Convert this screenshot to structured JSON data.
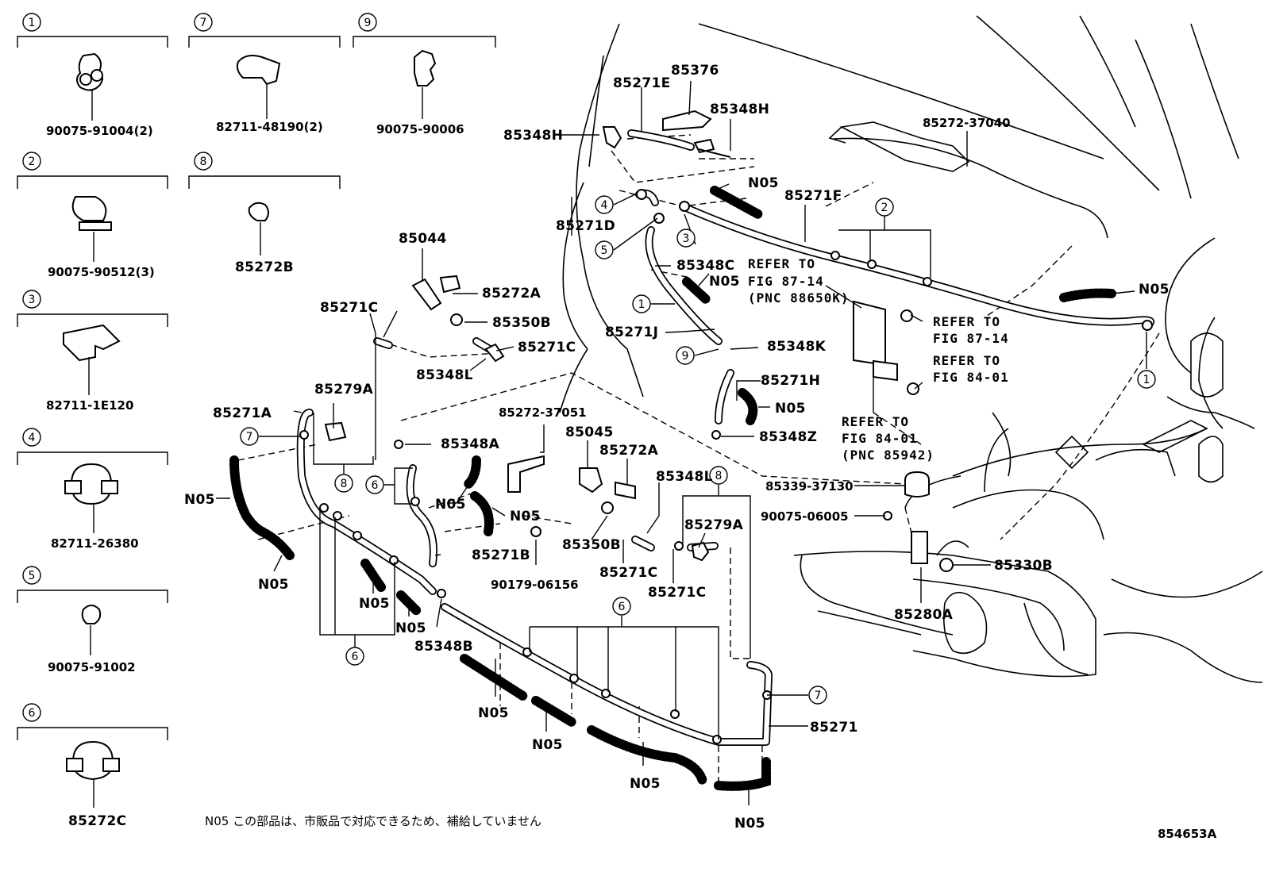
{
  "legend": [
    {
      "num": "1",
      "part": "90075-91004(2)"
    },
    {
      "num": "2",
      "part": "90075-90512(3)"
    },
    {
      "num": "3",
      "part": "82711-1E120"
    },
    {
      "num": "4",
      "part": "82711-26380"
    },
    {
      "num": "5",
      "part": "90075-91002"
    },
    {
      "num": "6",
      "part": "85272C"
    },
    {
      "num": "7",
      "part": "82711-48190(2)"
    },
    {
      "num": "8",
      "part": "85272B"
    },
    {
      "num": "9",
      "part": "90075-90006"
    }
  ],
  "labels": {
    "p85376": "85376",
    "p85271E": "85271E",
    "p85348H_a": "85348H",
    "p85348H_b": "85348H",
    "p85272_37040": "85272-37040",
    "n05_1": "N05",
    "p85271F": "85271F",
    "p85271D": "85271D",
    "p85348C": "85348C",
    "n05_2": "N05",
    "p85044": "85044",
    "p85272A_a": "85272A",
    "p85350B_a": "85350B",
    "p85271C_a": "85271C",
    "p85271C_b": "85271C",
    "p85348L_a": "85348L",
    "p85271J": "85271J",
    "p85348K": "85348K",
    "p85271H": "85271H",
    "n05_3": "N05",
    "p85348Z": "85348Z",
    "n05_4": "N05",
    "p85279A_a": "85279A",
    "p85271A": "85271A",
    "p85272_37051": "85272-37051",
    "p85348A": "85348A",
    "p85045": "85045",
    "p85272A_b": "85272A",
    "p85348L_b": "85348L",
    "n05_5": "N05",
    "n05_6": "N05",
    "p85271B": "85271B",
    "p85350B_b": "85350B",
    "p85271C_c": "85271C",
    "p85279A_b": "85279A",
    "p85271C_d": "85271C",
    "p90179_06156": "90179-06156",
    "n05_7": "N05",
    "n05_8": "N05",
    "n05_9": "N05",
    "n05_10": "N05",
    "p85348B": "85348B",
    "n05_11": "N05",
    "n05_12": "N05",
    "n05_13": "N05",
    "n05_14": "N05",
    "p85271": "85271",
    "p85339_37130": "85339-37130",
    "p90075_06005": "90075-06005",
    "p85330B": "85330B",
    "p85280A": "85280A"
  },
  "refs": {
    "ref1": [
      "REFER TO",
      "FIG 87-14",
      "(PNC 88650K)"
    ],
    "ref2": [
      "REFER TO",
      "FIG 87-14"
    ],
    "ref3": [
      "REFER TO",
      "FIG 84-01"
    ],
    "ref4": [
      "REFER TO",
      "FIG 84-01",
      "(PNC 85942)"
    ]
  },
  "note": "N05  この部品は、市販品で対応できるため、補給していません",
  "figure_id": "854653A"
}
